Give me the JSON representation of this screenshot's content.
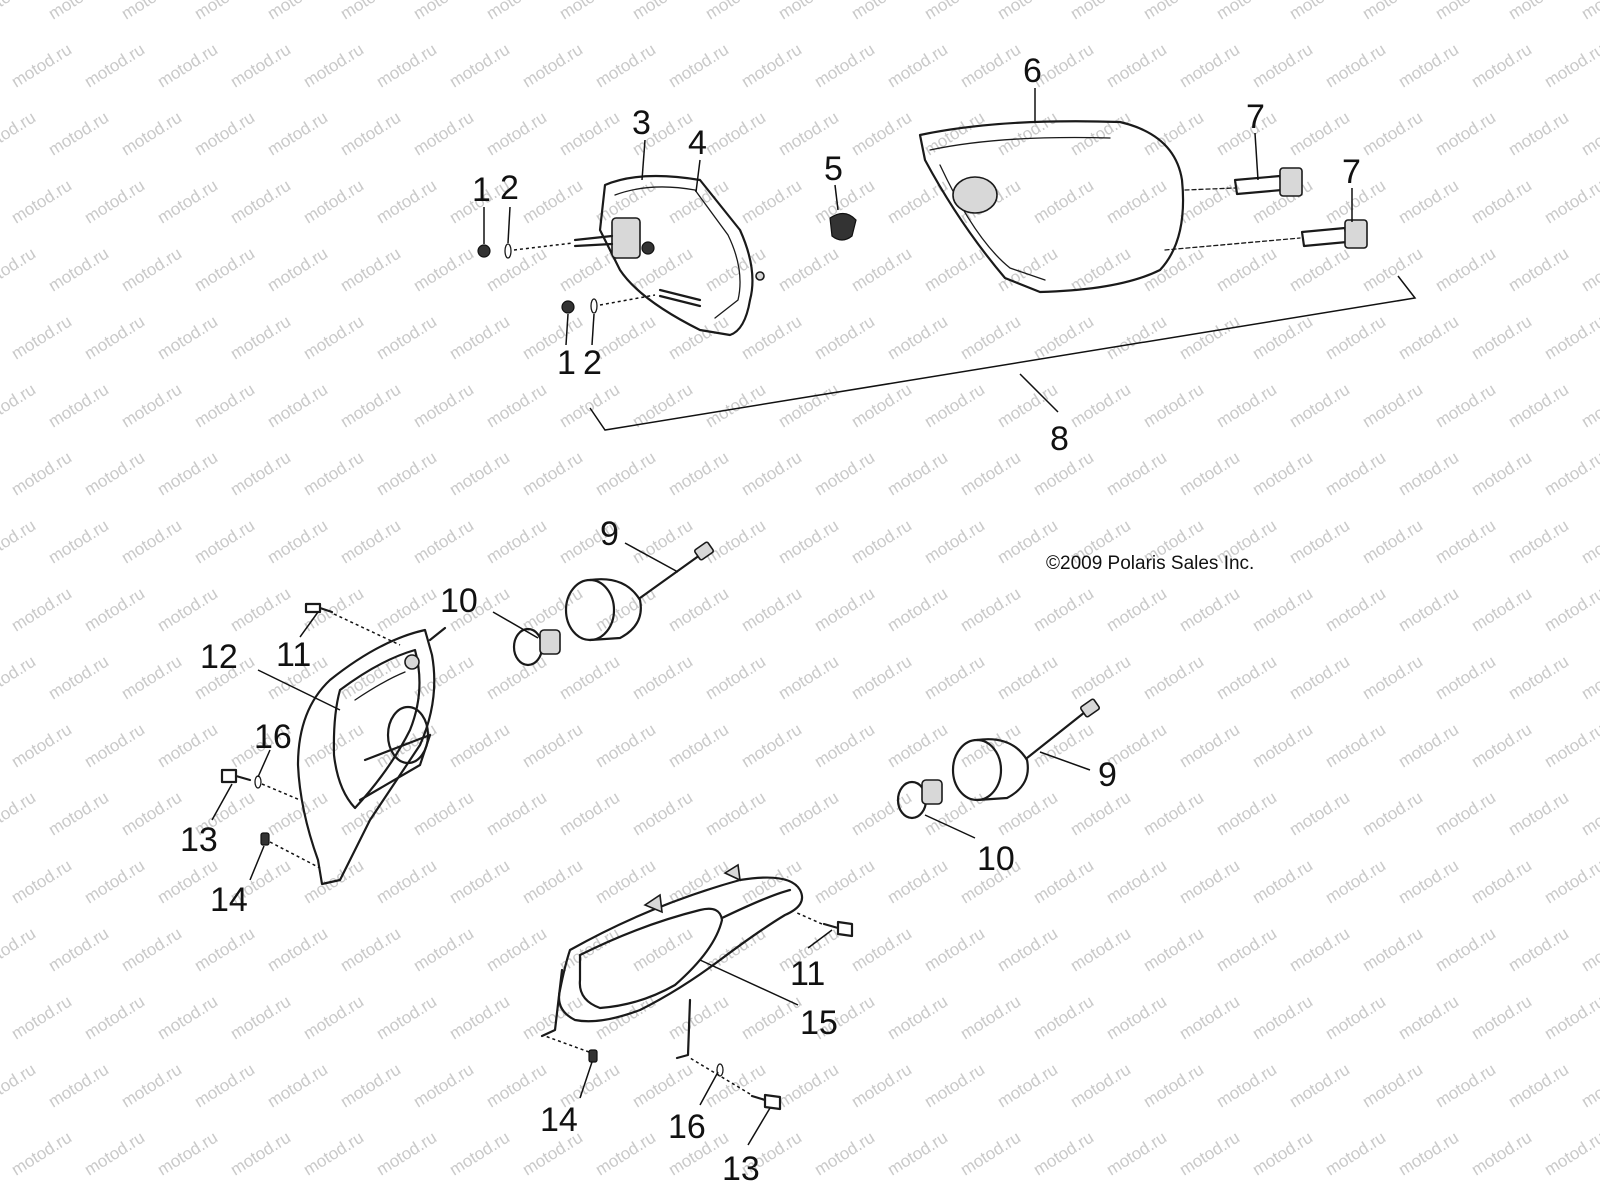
{
  "watermark": {
    "text": "motod.ru"
  },
  "copyright": "©2009 Polaris Sales Inc.",
  "callouts": {
    "c1a": "1",
    "c2a": "2",
    "c3": "3",
    "c4": "4",
    "c5": "5",
    "c6": "6",
    "c7a": "7",
    "c7b": "7",
    "c1b": "1",
    "c2b": "2",
    "c8": "8",
    "c9a": "9",
    "c10a": "10",
    "c11a": "11",
    "c12": "12",
    "c16a": "16",
    "c13a": "13",
    "c14a": "14",
    "c9b": "9",
    "c10b": "10",
    "c11b": "11",
    "c15": "15",
    "c14b": "14",
    "c16b": "16",
    "c13b": "13"
  }
}
